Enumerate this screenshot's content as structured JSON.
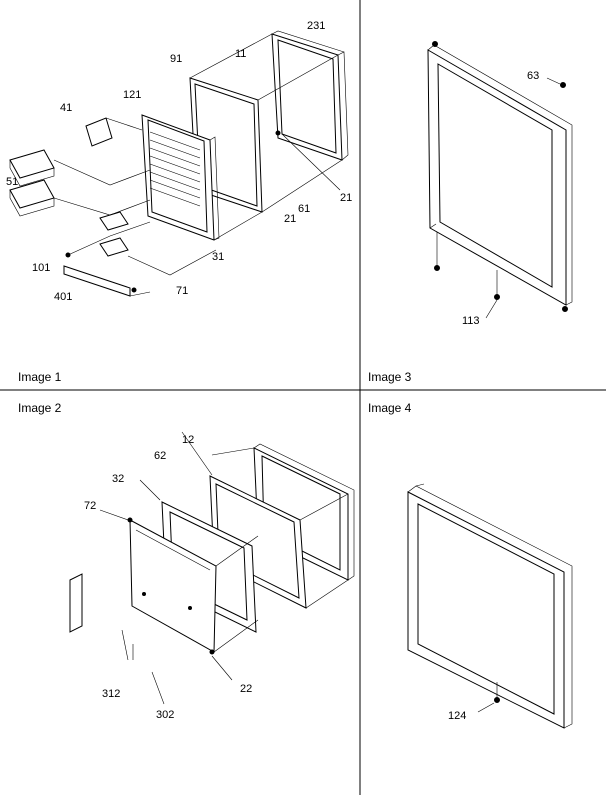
{
  "panels": [
    {
      "title": "Image 1",
      "labels": [
        "231",
        "11",
        "91",
        "121",
        "41",
        "51",
        "61",
        "21",
        "21",
        "31",
        "101",
        "401",
        "71"
      ]
    },
    {
      "title": "Image 3",
      "labels": [
        "63",
        "113"
      ]
    },
    {
      "title": "Image 2",
      "labels": [
        "12",
        "62",
        "32",
        "72",
        "22",
        "312",
        "302"
      ]
    },
    {
      "title": "Image 4",
      "labels": [
        "124"
      ]
    }
  ]
}
